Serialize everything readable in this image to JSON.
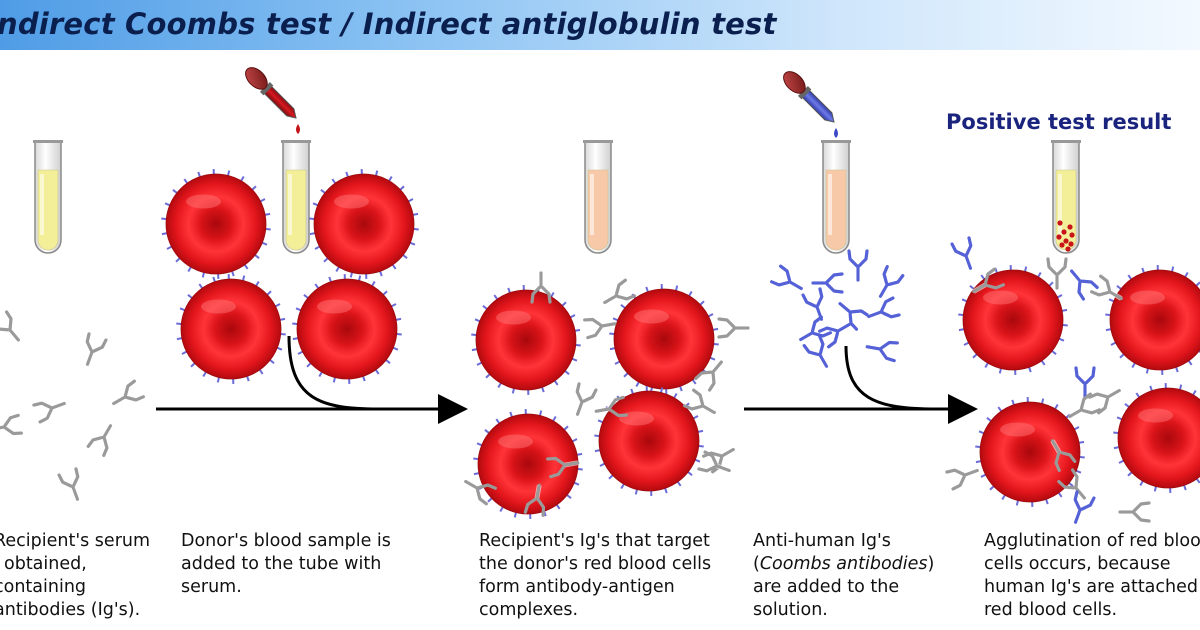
{
  "title": "Indirect Coombs test / Indirect antiglobulin test",
  "result_label": "Positive test result",
  "captions": [
    [
      "Recipient's serum",
      "obtained,",
      "containing",
      "antibodies (Ig's)."
    ],
    [
      "Donor's blood sample is",
      "added to the tube with",
      "serum."
    ],
    [
      "Recipient's Ig's that target",
      "the donor's red blood cells",
      "form antibody-antigen",
      "complexes."
    ],
    [
      "Anti-human Ig's",
      "(Coombs antibodies)",
      "are added to the",
      "solution."
    ],
    [
      "Agglutination of red blood",
      "cells occurs, because",
      "human Ig's are attached to",
      "red blood cells."
    ]
  ],
  "colors": {
    "banner_text": "#0a1f4e",
    "rbc": "#e0161c",
    "serum": "#f3ef98",
    "mixed_serum": "#f8c9a8",
    "recipient_ig": "#9a9a9a",
    "coombs_ig": "#5561d6",
    "antigen": "#6b6bd8",
    "arrow": "#000000"
  },
  "icons": [
    "test-tube-icon",
    "dropper-icon",
    "red-blood-cell-icon",
    "antibody-icon",
    "arrow-icon"
  ]
}
